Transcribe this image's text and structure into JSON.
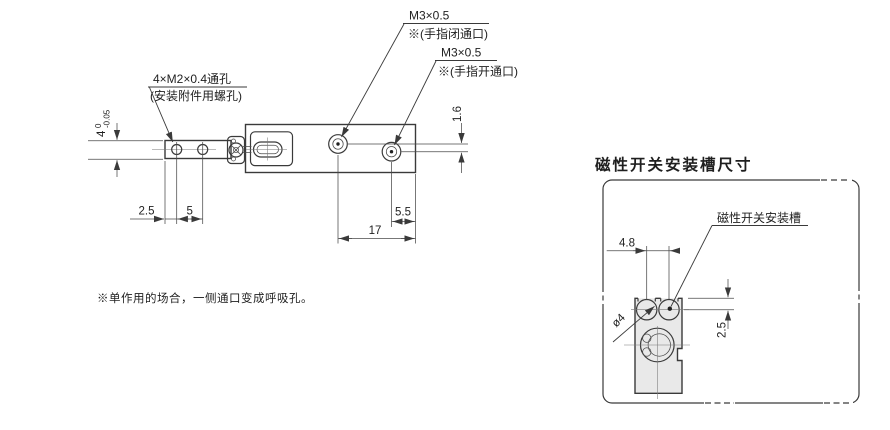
{
  "main_view": {
    "labels": {
      "mount_holes_line1": "4×M2×0.4通孔",
      "mount_holes_line2": "(安装附件用螺孔)",
      "port_close_line1": "M3×0.5",
      "port_close_line2": "※(手指闭通口)",
      "port_open_line1": "M3×0.5",
      "port_open_line2": "※(手指开通口)"
    },
    "dims": {
      "rail_height": "4",
      "rail_height_tol_upper": "0",
      "rail_height_tol_lower": "-0.05",
      "hole_edge_offset": "2.5",
      "hole_pitch": "5",
      "port_vertical_offset": "1.6",
      "port_to_end": "5.5",
      "port_span": "17"
    },
    "note": "※单作用的场合，一侧通口变成呼吸孔。"
  },
  "switch_panel": {
    "title": "磁性开关安装槽尺寸",
    "groove_label": "磁性开关安装槽",
    "dims": {
      "groove_pitch": "4.8",
      "groove_center_depth": "2.5",
      "groove_diameter": "ø4"
    }
  },
  "colors": {
    "line": "#3a3a3a",
    "thin_line": "#4a4a4a",
    "body_fill": "#e9e9e9",
    "text": "#1f1f1f"
  }
}
